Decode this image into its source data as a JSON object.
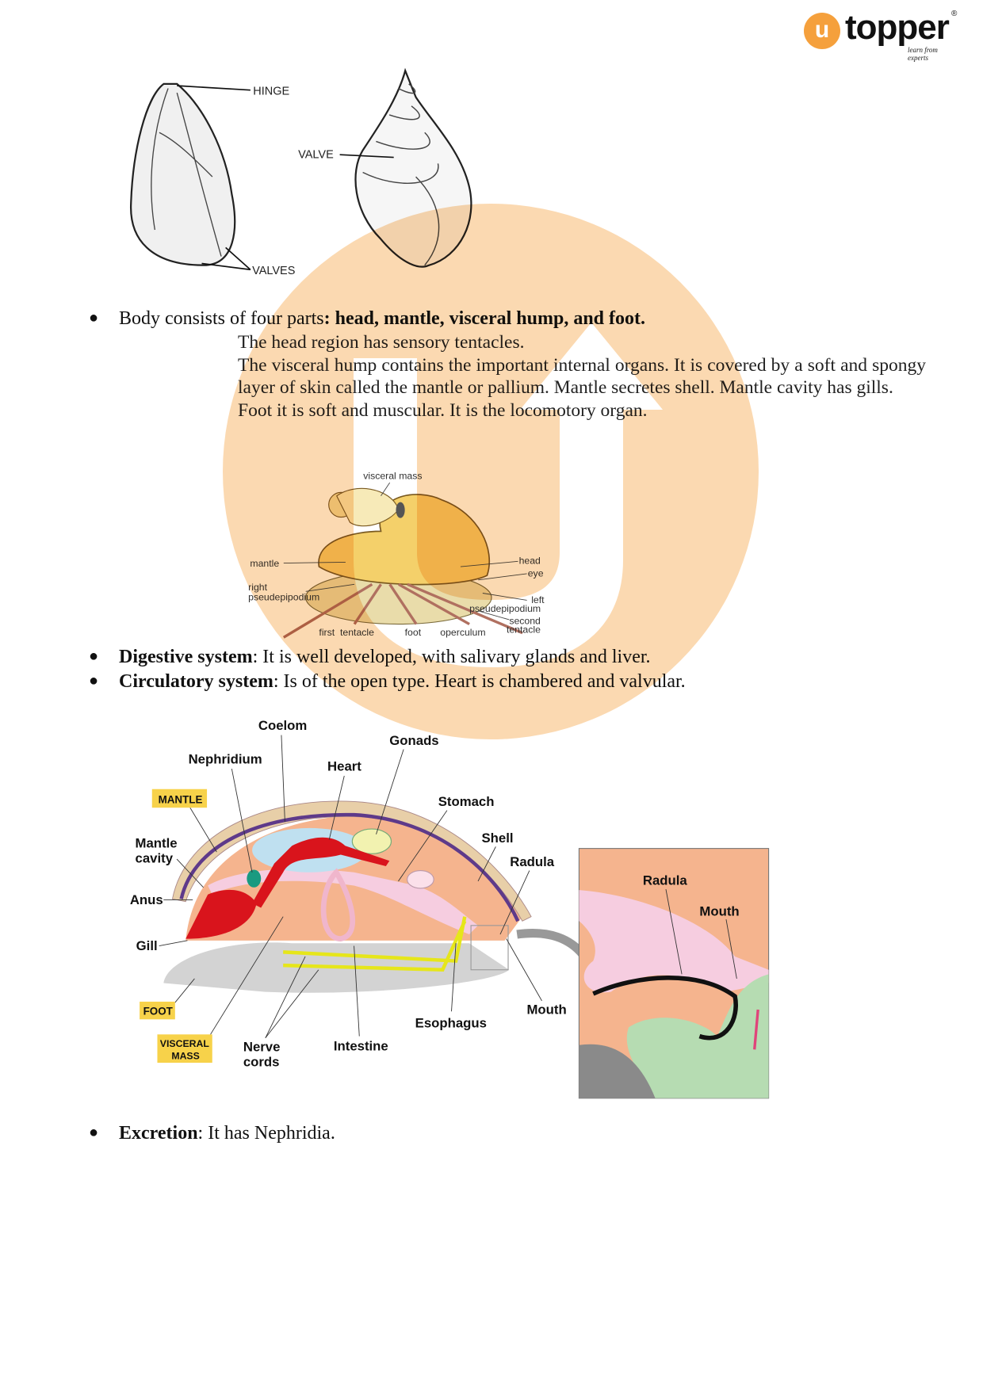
{
  "logo": {
    "mark": "u",
    "word": "topper",
    "tagline": "learn from experts",
    "registered": "®"
  },
  "shell_figure": {
    "labels": {
      "hinge": "HINGE",
      "valve": "VALVE",
      "valves": "VALVES"
    }
  },
  "bullets": {
    "body": {
      "prefix": "Body consists of four parts",
      "bold": ": head, mantle, visceral hump, and foot."
    },
    "body_details": [
      "The head region has sensory tentacles.",
      "The visceral hump contains the important internal organs. It is covered by a soft and spongy layer of skin called the mantle or pallium. Mantle secretes shell. Mantle cavity has gills.",
      "Foot it is soft and muscular. It is the locomotory organ."
    ],
    "digestive": {
      "term": "Digestive system",
      "text": ": It is well developed, with salivary glands and liver."
    },
    "circulatory": {
      "term": "Circulatory system",
      "text": ": Is of the open type. Heart is chambered and valvular."
    },
    "excretion": {
      "term": "Excretion",
      "text": ": It has Nephridia."
    }
  },
  "snail_figure": {
    "labels": {
      "visceral_mass": "visceral mass",
      "mantle": "mantle",
      "right": "right",
      "right_pseudepipodium": "pseudepipodium",
      "head": "head",
      "eye": "eye",
      "left": "left",
      "left_pseudepipodium": "pseudepipodium",
      "second": "second",
      "tentacle2": "tentacle",
      "first_tentacle": "first  tentacle",
      "foot": "foot",
      "operculum": "operculum"
    }
  },
  "mollusc_figure": {
    "labels": {
      "coelom": "Coelom",
      "gonads": "Gonads",
      "nephridium": "Nephridium",
      "heart": "Heart",
      "mantle": "Mantle",
      "stomach": "Stomach",
      "shell": "Shell",
      "radula": "Radula",
      "cavity": "cavity",
      "mantle_box": "MANTLE",
      "anus": "Anus",
      "gill": "Gill",
      "foot": "FOOT",
      "visceral": "VISCERAL",
      "mass": "MASS",
      "nerve": "Nerve",
      "cords": "cords",
      "intestine": "Intestine",
      "esophagus": "Esophagus",
      "mouth": "Mouth",
      "inset_radula": "Radula",
      "inset_mouth": "Mouth"
    }
  },
  "colors": {
    "brand": "#f5a03c",
    "watermark": "#fbd9b1"
  }
}
